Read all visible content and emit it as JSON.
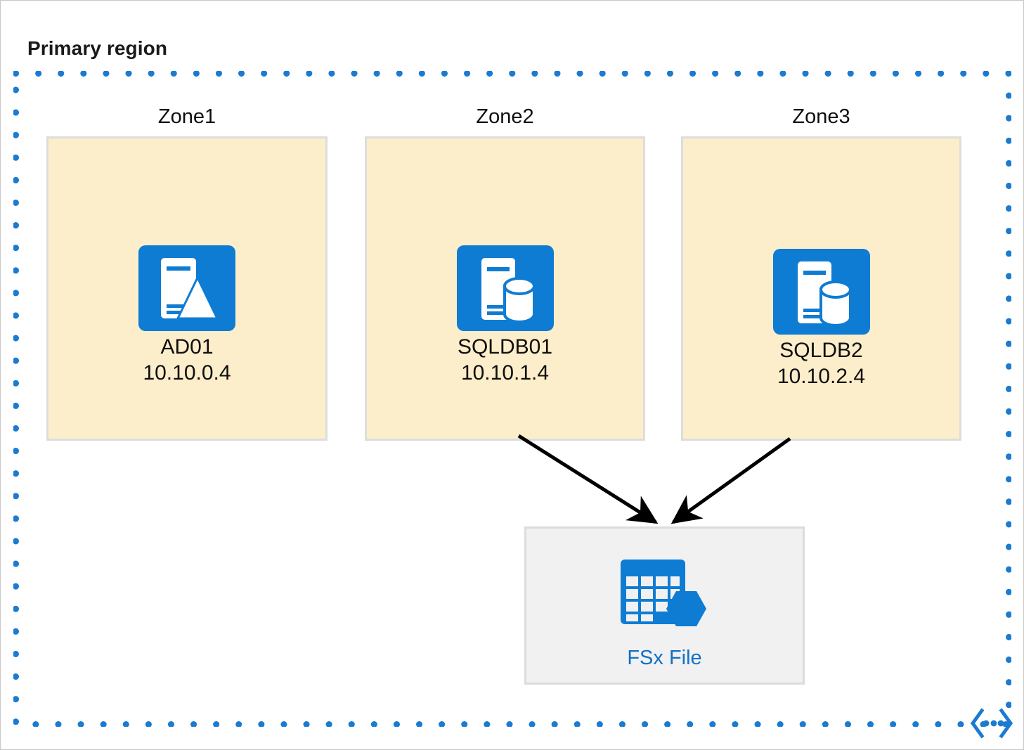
{
  "diagram": {
    "type": "architecture-diagram",
    "title": "Primary region",
    "region_glyph_name": "azure-region-icon",
    "colors": {
      "accent_blue": "#0f7cd4",
      "dotted_border_blue": "#1b7bd1",
      "zone_fill": "#fdeecb",
      "zone_border": "#dddddd",
      "service_fill": "#f1f1f1",
      "service_border": "#dcdcdc",
      "link_color": "#1271c6",
      "text_color": "#0f0f0f",
      "arrow_color": "#000000"
    }
  },
  "zones": [
    {
      "id": "zone1",
      "label": "Zone1",
      "node": {
        "icon": "domain-controller-icon",
        "name": "AD01",
        "ip": "10.10.0.4"
      }
    },
    {
      "id": "zone2",
      "label": "Zone2",
      "node": {
        "icon": "sql-server-database-icon",
        "name": "SQLDB01",
        "ip": "10.10.1.4"
      }
    },
    {
      "id": "zone3",
      "label": "Zone3",
      "node": {
        "icon": "sql-server-database-icon",
        "name": "SQLDB2",
        "ip": "10.10.2.4"
      }
    }
  ],
  "service": {
    "id": "fsx-file",
    "icon": "fsx-file-share-icon",
    "label": "FSx File"
  },
  "connections": [
    {
      "from": "zone2",
      "to": "fsx-file",
      "style": "solid-arrow"
    },
    {
      "from": "zone3",
      "to": "fsx-file",
      "style": "solid-arrow"
    }
  ]
}
